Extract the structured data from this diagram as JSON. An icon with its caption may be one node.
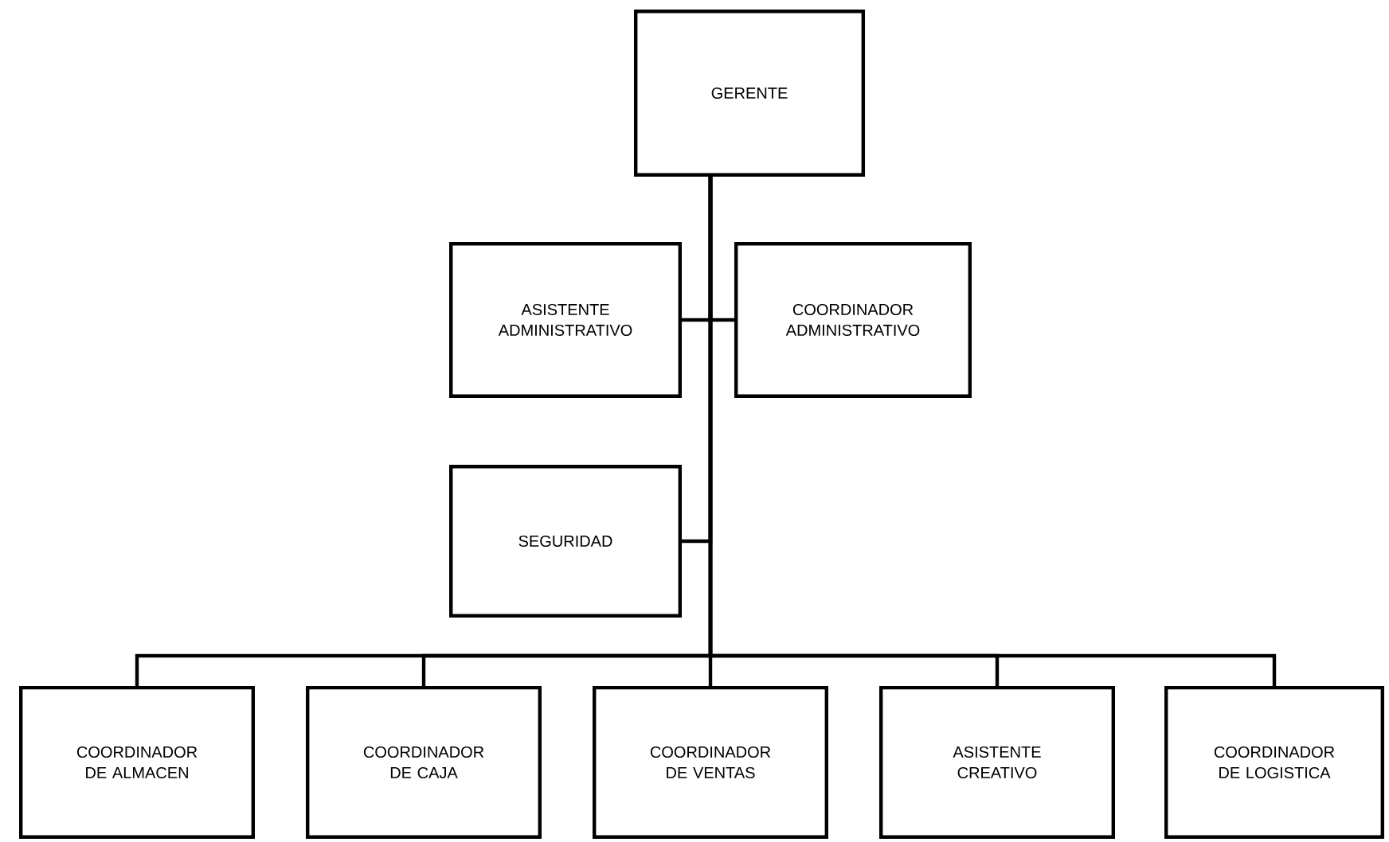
{
  "diagram": {
    "nodes": [
      {
        "text": [
          "GERENTE"
        ]
      },
      {
        "text": [
          "ASISTENTE ADMINISTRATIVO"
        ]
      },
      {
        "text": [
          "COORDINADOR ADMINISTRATIVO"
        ]
      },
      {
        "text": [
          "SEGURIDAD"
        ]
      },
      {
        "text": [
          "COORDINADOR DE ALMACEN"
        ]
      },
      {
        "text": [
          "COORDINADOR DE CAJA"
        ]
      },
      {
        "text": [
          "COORDINADOR DE VENTAS"
        ]
      },
      {
        "text": [
          "ASISTENTE CREATIVO"
        ]
      },
      {
        "text": [
          "COORDINADOR DE LOGISTICA"
        ]
      }
    ],
    "edges": [
      {
        "from": 0,
        "to": 1,
        "arrow": "none"
      },
      {
        "from": 0,
        "to": 2,
        "arrow": "none"
      },
      {
        "from": 0,
        "to": 3,
        "arrow": "none"
      },
      {
        "from": 0,
        "to": 4,
        "arrow": "none"
      },
      {
        "from": 0,
        "to": 5,
        "arrow": "none"
      },
      {
        "from": 0,
        "to": 6,
        "arrow": "none"
      },
      {
        "from": 0,
        "to": 7,
        "arrow": "none"
      },
      {
        "from": 0,
        "to": 8,
        "arrow": "none"
      }
    ]
  }
}
